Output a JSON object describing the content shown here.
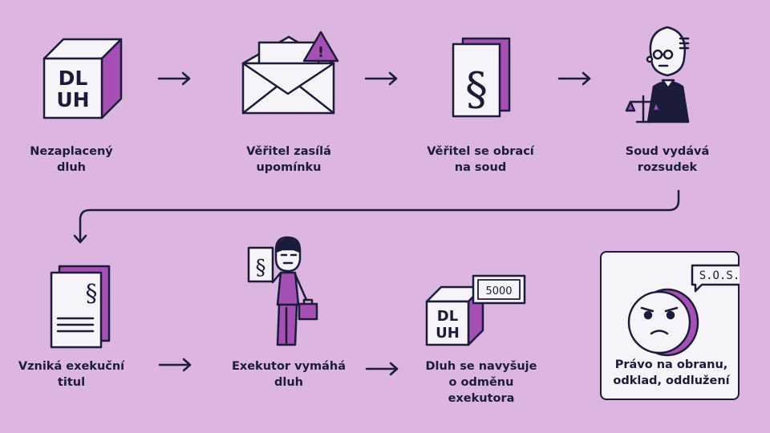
{
  "colors": {
    "background": "#dcb5e1",
    "ink": "#1a1c3a",
    "accent": "#a64fb5",
    "paper": "#f6f4f8"
  },
  "steps": [
    {
      "label": "Nezaplacený\ndluh",
      "icon": "dluh-cube-icon",
      "logo_text": [
        "DL",
        "UH"
      ]
    },
    {
      "label": "Věřitel zasílá\nupomínku",
      "icon": "envelope-warning-icon",
      "badge": "!"
    },
    {
      "label": "Věřitel se obrací\nna soud",
      "icon": "paragraph-document-icon",
      "symbol": "§"
    },
    {
      "label": "Soud vydává\nrozsudek",
      "icon": "judge-icon"
    },
    {
      "label": "Vzniká exekuční\ntitul",
      "icon": "enforcement-title-document-icon",
      "symbol": "§"
    },
    {
      "label": "Exekutor vymáhá\ndluh",
      "icon": "bailiff-icon",
      "symbol": "§"
    },
    {
      "label": "Dluh se navyšuje\no odměnu\nexekutora",
      "icon": "dluh-cube-banknote-icon",
      "logo_text": [
        "DL",
        "UH"
      ],
      "banknote": "5000"
    }
  ],
  "final": {
    "label": "Právo na obranu,\nodklad, oddlužení",
    "icon": "sad-coin-icon",
    "speech": "S.O.S."
  }
}
